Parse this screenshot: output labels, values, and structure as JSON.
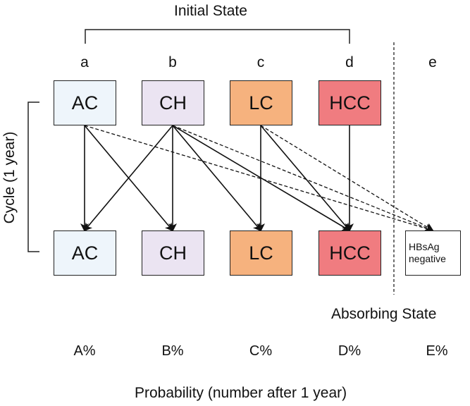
{
  "initial_state_label": "Initial State",
  "absorbing_state_label": "Absorbing State",
  "cycle_label": "Cycle (1 year)",
  "probability_label": "Probability (number after 1 year)",
  "columns": [
    "a",
    "b",
    "c",
    "d",
    "e"
  ],
  "states": {
    "ac": "AC",
    "ch": "CH",
    "lc": "LC",
    "hcc": "HCC",
    "hbsag_line1": "HBsAg",
    "hbsag_line2": "negative"
  },
  "probabilities": [
    "A%",
    "B%",
    "C%",
    "D%",
    "E%"
  ],
  "colors": {
    "ac": "#eef5fb",
    "ch": "#ebe4f2",
    "lc": "#f6b27e",
    "hcc": "#f07c80",
    "hbsag": "#ffffff"
  }
}
